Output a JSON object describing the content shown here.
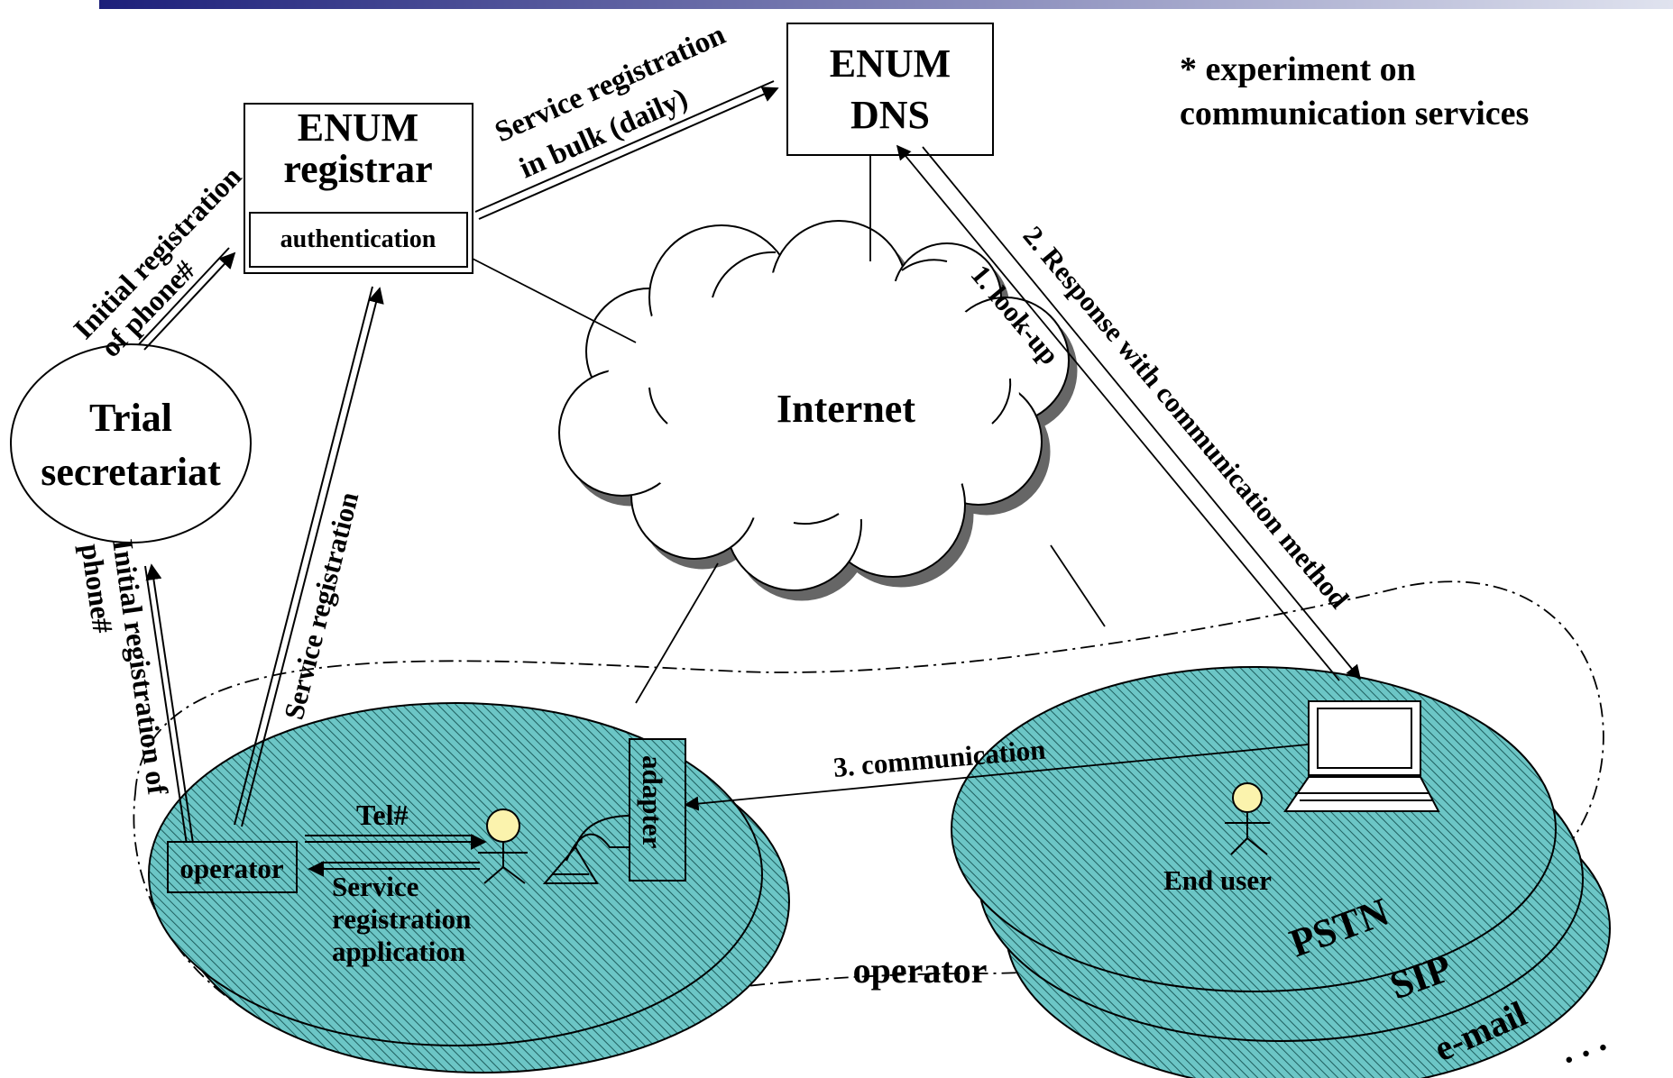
{
  "colors": {
    "header_bar_start": "#1c1f7a",
    "header_bar_end": "#e0e3ef",
    "network_fill": "#6cc6c6",
    "hatch_line": "#1f5f5f",
    "person_head": "#fbf3ad",
    "cloud_shadow": "#666666"
  },
  "nodes": {
    "enum_dns": {
      "line1": "ENUM",
      "line2": "DNS"
    },
    "enum_registrar": {
      "line1": "ENUM",
      "line2": "registrar",
      "inner": "authentication"
    },
    "trial_secretariat": {
      "line1": "Trial",
      "line2": "secretariat"
    },
    "internet": "Internet",
    "operator_box": "operator",
    "adapter": "adapter",
    "end_user": "End user"
  },
  "note": {
    "line1": "* experiment on",
    "line2": "communication services"
  },
  "edges": {
    "service_bulk": {
      "line1": "Service registration",
      "line2": "in bulk (daily)"
    },
    "initial_reg_top": {
      "line1": "Initial registration",
      "line2": "of phone#"
    },
    "service_registration": "Service registration",
    "initial_reg_left": {
      "line1": "Initial registration of",
      "line2": "phone#"
    },
    "lookup": "1. look-up",
    "response": "2. Response with communication method",
    "communication": "3. communication",
    "tel": "Tel#",
    "service_app": {
      "line1": "Service",
      "line2": "registration",
      "line3": "application"
    }
  },
  "networks": {
    "left_label": "operator",
    "pstn": "PSTN",
    "sip": "SIP",
    "email": "e-mail",
    "ellipsis": ". . ."
  }
}
